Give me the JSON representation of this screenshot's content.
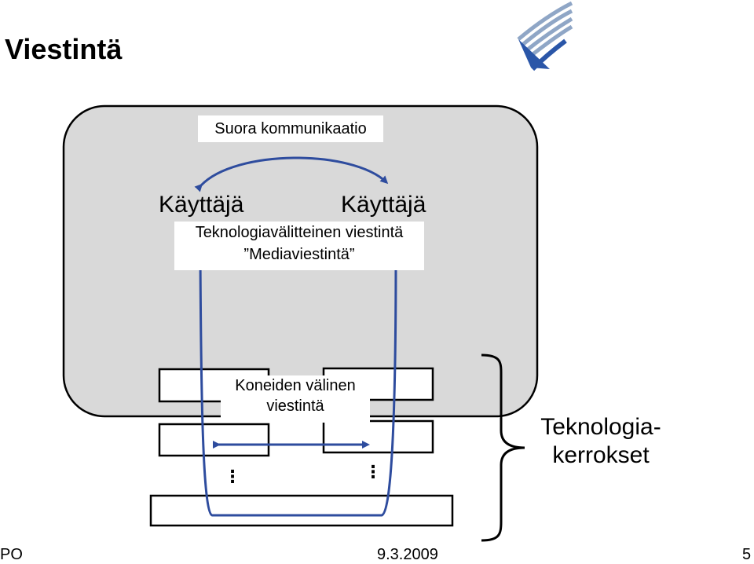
{
  "slide": {
    "title": "Viestintä",
    "direct_communication": "Suora kommunikaatio",
    "user_left": "Käyttäjä",
    "user_right": "Käyttäjä",
    "technology_mediated": "Teknologiavälitteinen viestintä",
    "media_communication": "”Mediaviestintä”",
    "machine_comm_line1": "Koneiden välinen",
    "machine_comm_line2": "viestintä",
    "technology_layers": "Teknologia-kerrokset",
    "ellipsis": "⋮"
  },
  "footer": {
    "left": "PO",
    "date": "9.3.2009",
    "page": "5"
  },
  "colors": {
    "user_area": "#d9d9d9",
    "arrow": "#2e4c9e"
  },
  "icons": {
    "logo": "logo-icon"
  }
}
